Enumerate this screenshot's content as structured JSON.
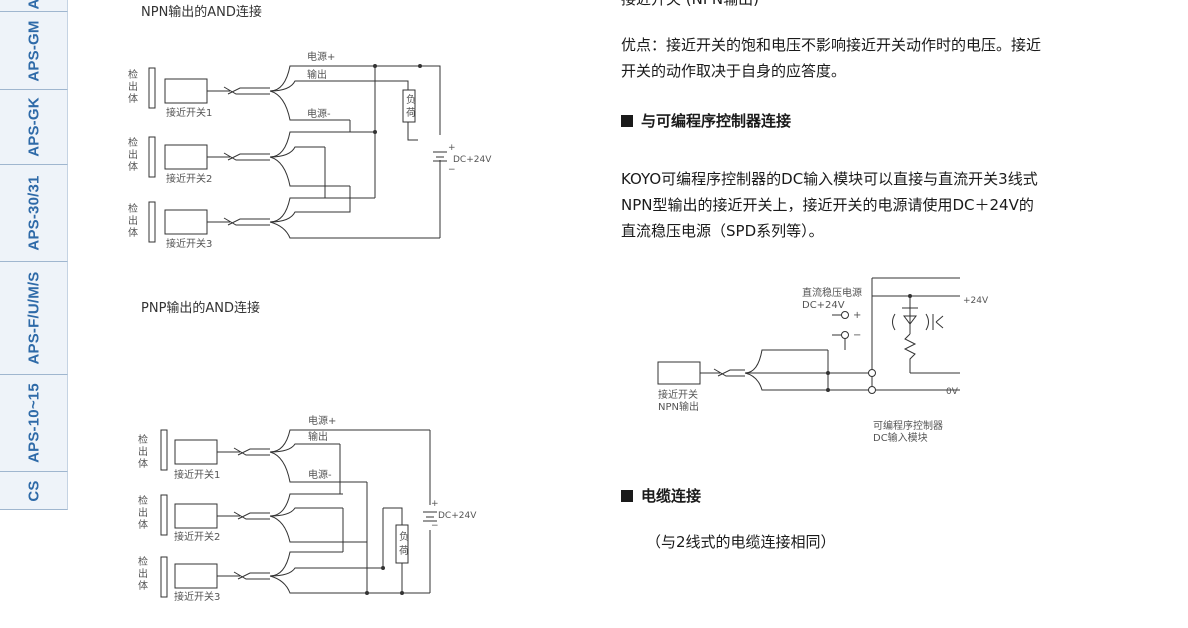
{
  "side_tabs": [
    "CS",
    "APS-10~15",
    "APS-F/U/M/S",
    "APS-30/31",
    "APS-GK",
    "APS-GM",
    "A"
  ],
  "npn": {
    "caption": "NPN输出的AND连接",
    "detect_label": [
      "检",
      "出",
      "体"
    ],
    "switches": [
      "接近开关1",
      "接近开关2",
      "接近开关3"
    ],
    "wire_labels": [
      "电源+",
      "输出",
      "电源-"
    ],
    "load": [
      "负",
      "荷"
    ],
    "dc": "DC+24V",
    "plus": "+",
    "minus": "−"
  },
  "pnp": {
    "caption": "PNP输出的AND连接",
    "detect_label": [
      "检",
      "出",
      "体"
    ],
    "switches": [
      "接近开关1",
      "接近开关2",
      "接近开关3"
    ],
    "wire_labels": [
      "电源+",
      "输出",
      "电源-"
    ],
    "load": [
      "负",
      "荷"
    ],
    "dc": "DC+24V",
    "plus": "+",
    "minus": "−"
  },
  "right": {
    "header_partial": "接近开关 (NPN输出)",
    "advantage": "优点：接近开关的饱和电压不影响接近开关动作时的电压。接近开关的动作取决于自身的应答度。",
    "plc_heading": "与可编程序控制器连接",
    "plc_body": "KOYO可编程序控制器的DC输入模块可以直接与直流开关3线式NPN型输出的接近开关上，接近开关的电源请使用DC＋24V的直流稳压电源（SPD系列等）。",
    "plc_diagram": {
      "psu_label": "直流稳压电源",
      "psu_dc": "DC+24V",
      "plus": "+",
      "minus": "−",
      "v24": "+24V",
      "v0": "0V",
      "switch_label_1": "接近开关",
      "switch_label_2": "NPN输出",
      "plc_label_1": "可编程序控制器",
      "plc_label_2": "DC输入模块"
    },
    "cable_heading": "电缆连接",
    "cable_note": "（与2线式的电缆连接相同）"
  }
}
